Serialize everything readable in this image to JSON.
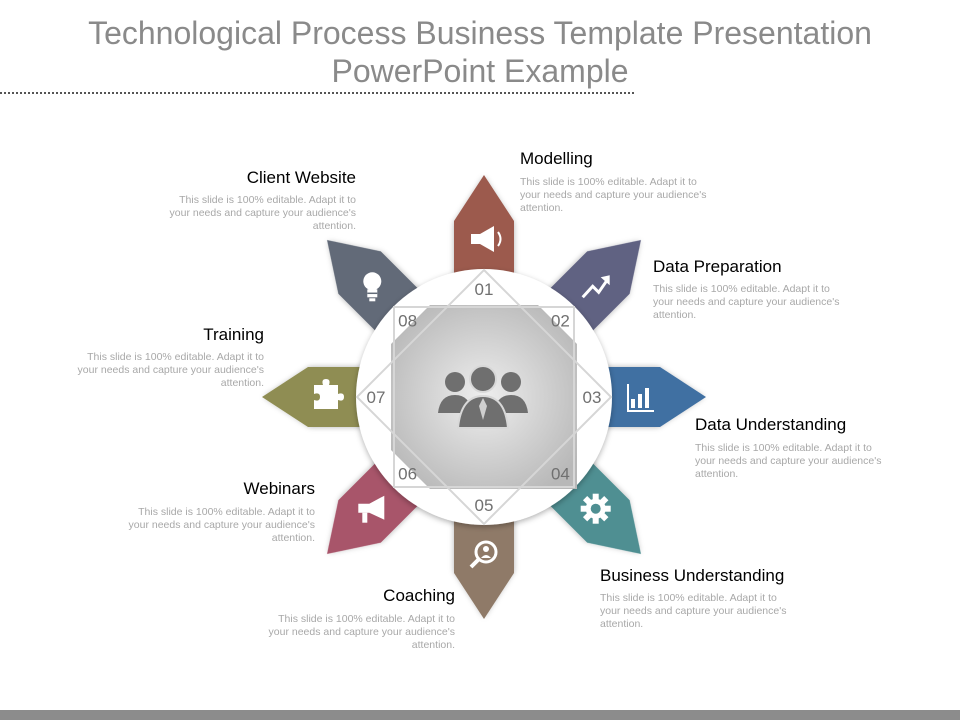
{
  "title": "Technological Process Business Template Presentation PowerPoint Example",
  "center_icon": "group-of-people-icon",
  "steps": [
    {
      "number": "01",
      "heading": "Modelling",
      "description": "This slide is 100% editable. Adapt it to your needs and capture your audience's attention.",
      "color": "#9c5a4e",
      "icon": "megaphone-icon"
    },
    {
      "number": "02",
      "heading": "Data Preparation",
      "description": "This slide is 100% editable. Adapt it to your needs and capture your audience's attention.",
      "color": "#606282",
      "icon": "rising-chart-arrow-icon"
    },
    {
      "number": "03",
      "heading": "Data Understanding",
      "description": "This slide is 100% editable. Adapt it to your needs and capture your audience's attention.",
      "color": "#3f6fa2",
      "icon": "bar-chart-icon"
    },
    {
      "number": "04",
      "heading": "Business Understanding",
      "description": "This slide is 100% editable. Adapt it to your needs and capture your audience's attention.",
      "color": "#4f8f92",
      "icon": "gear-icon"
    },
    {
      "number": "05",
      "heading": "Coaching",
      "description": "This slide is 100% editable. Adapt it to your needs and capture your audience's attention.",
      "color": "#8f7a67",
      "icon": "magnifier-person-icon"
    },
    {
      "number": "06",
      "heading": "Webinars",
      "description": "This slide is 100% editable. Adapt it to your needs and capture your audience's attention.",
      "color": "#a8546a",
      "icon": "bullhorn-icon"
    },
    {
      "number": "07",
      "heading": "Training",
      "description": "This slide is 100% editable. Adapt it to your needs and capture your audience's attention.",
      "color": "#8f8d52",
      "icon": "puzzle-piece-icon"
    },
    {
      "number": "08",
      "heading": "Client Website",
      "description": "This slide is 100% editable. Adapt it to your needs and capture your audience's attention.",
      "color": "#626b78",
      "icon": "light-bulb-icon"
    }
  ]
}
